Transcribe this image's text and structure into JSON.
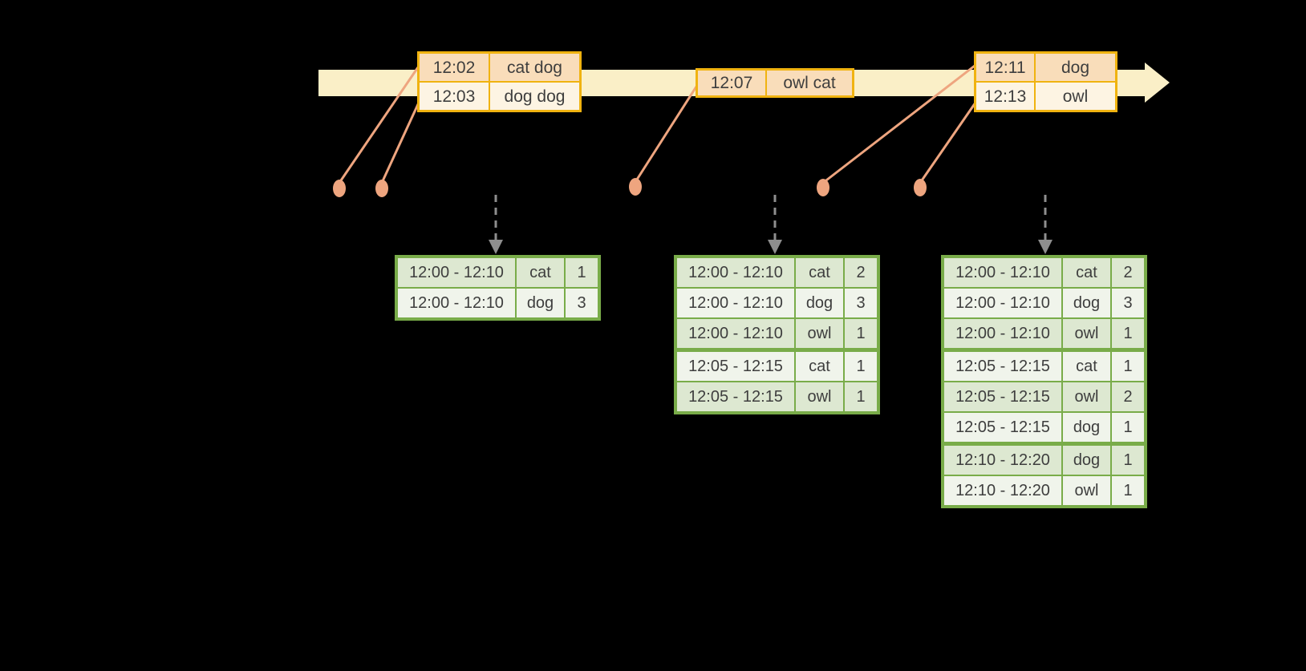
{
  "colors": {
    "background": "#000000",
    "axis_band": "#FAEFC7",
    "event_border": "#F0B310",
    "event_row_odd": "#F9DDBA",
    "event_row_even": "#FDF4E3",
    "connector": "#EEA57F",
    "trigger_arrow": "#8E8E8E",
    "result_border": "#79AC49",
    "result_row_a": "#DDE8D1",
    "result_row_b": "#F0F4EB",
    "text": "#3E3E3E"
  },
  "event_tables": [
    {
      "rows": [
        {
          "time": "12:02",
          "words": "cat dog"
        },
        {
          "time": "12:03",
          "words": "dog dog"
        }
      ]
    },
    {
      "rows": [
        {
          "time": "12:07",
          "words": "owl cat"
        }
      ]
    },
    {
      "rows": [
        {
          "time": "12:11",
          "words": "dog"
        },
        {
          "time": "12:13",
          "words": "owl"
        }
      ]
    }
  ],
  "result_tables": [
    {
      "rows": [
        {
          "window": "12:00 - 12:10",
          "word": "cat",
          "count": "1"
        },
        {
          "window": "12:00 - 12:10",
          "word": "dog",
          "count": "3"
        }
      ]
    },
    {
      "rows": [
        {
          "window": "12:00 - 12:10",
          "word": "cat",
          "count": "2"
        },
        {
          "window": "12:00 - 12:10",
          "word": "dog",
          "count": "3"
        },
        {
          "window": "12:00 - 12:10",
          "word": "owl",
          "count": "1"
        },
        {
          "window": "12:05 - 12:15",
          "word": "cat",
          "count": "1"
        },
        {
          "window": "12:05 - 12:15",
          "word": "owl",
          "count": "1"
        }
      ]
    },
    {
      "rows": [
        {
          "window": "12:00 - 12:10",
          "word": "cat",
          "count": "2"
        },
        {
          "window": "12:00 - 12:10",
          "word": "dog",
          "count": "3"
        },
        {
          "window": "12:00 - 12:10",
          "word": "owl",
          "count": "1"
        },
        {
          "window": "12:05 - 12:15",
          "word": "cat",
          "count": "1"
        },
        {
          "window": "12:05 - 12:15",
          "word": "owl",
          "count": "2"
        },
        {
          "window": "12:05 - 12:15",
          "word": "dog",
          "count": "1"
        },
        {
          "window": "12:10 - 12:20",
          "word": "dog",
          "count": "1"
        },
        {
          "window": "12:10 - 12:20",
          "word": "owl",
          "count": "1"
        }
      ]
    }
  ]
}
